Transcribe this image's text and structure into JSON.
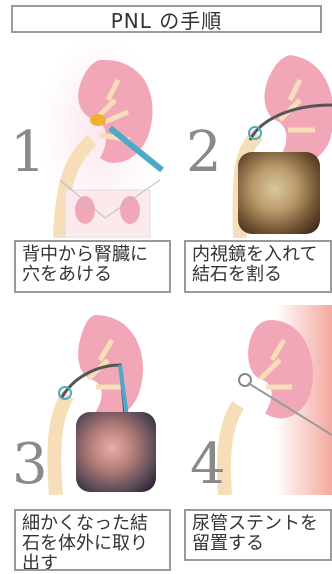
{
  "title": "PNL の手順",
  "steps": [
    {
      "number": "1",
      "caption": "背中から腎臓に穴をあける"
    },
    {
      "number": "2",
      "caption": "内視鏡を入れて結石を割る"
    },
    {
      "number": "3",
      "caption": "細かくなった結石を体外に取り出す"
    },
    {
      "number": "4",
      "caption": "尿管ステントを留置する"
    }
  ],
  "colors": {
    "kidney": "#f2a7b8",
    "ureter": "#f6dfb8",
    "tool": "#4da9c9",
    "frame": "#9a9a9a",
    "number": "#8a8a8a"
  }
}
